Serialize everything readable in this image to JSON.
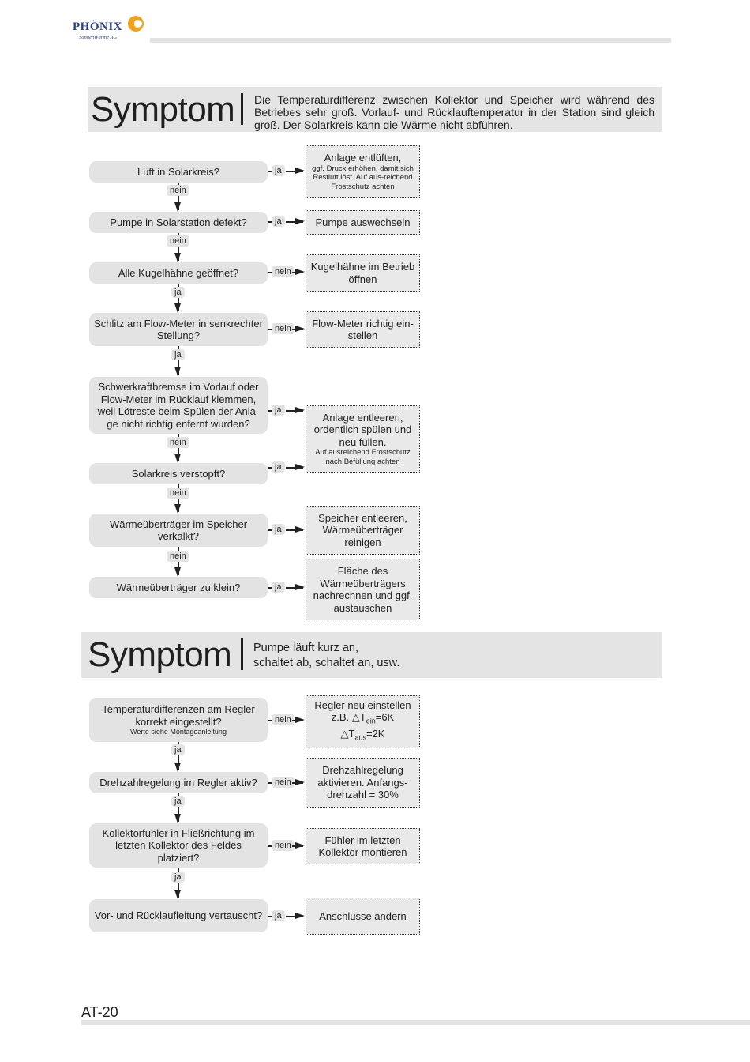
{
  "header": {
    "logo_name": "PHÖNIX",
    "logo_sub": "SonnenWärme AG"
  },
  "symptom1": {
    "title": "Symptom",
    "description": "Die Temperaturdifferenz zwischen Kollektor und Speicher wird während des Betriebes sehr groß. Vorlauf- und Rücklauftemperatur in der Station sind gleich groß. Der Solarkreis kann die Wärme nicht abführen.",
    "questions": [
      "Luft in Solarkreis?",
      "Pumpe in Solarstation defekt?",
      "Alle Kugelhähne geöffnet?",
      "Schlitz am Flow-Meter in senkrechter Stellung?",
      "Schwerkraftbremse im Vorlauf oder Flow-Meter im Rücklauf klemmen, weil Lötreste beim Spülen der Anla-ge nicht richtig enfernt wurden?",
      "Solarkreis verstopft?",
      "Wärmeüberträger im Speicher verkalkt?",
      "Wärmeüberträger zu klein?"
    ],
    "actions": {
      "a1_main": "Anlage entlüften,",
      "a1_small": "ggf. Druck erhöhen, damit sich Restluft löst. Auf aus-reichend Frostschutz achten",
      "a2": "Pumpe auswechseln",
      "a3": "Kugelhähne im Betrieb öffnen",
      "a4": "Flow-Meter richtig ein-stellen",
      "a5_main": "Anlage entleeren, ordentlich spülen und neu füllen.",
      "a5_small": "Auf ausreichend Frostschutz nach Befüllung achten",
      "a6": "Speicher entleeren, Wärmeüberträger reinigen",
      "a7": "Fläche des Wärmeüberträgers nachrechnen und ggf. austauschen"
    }
  },
  "symptom2": {
    "title": "Symptom",
    "description_line1": "Pumpe läuft kurz an,",
    "description_line2": "schaltet ab, schaltet an, usw.",
    "questions": {
      "q1_main": "Temperaturdifferenzen am Regler korrekt eingestellt?",
      "q1_small": "Werte siehe Montageanleitung",
      "q2": "Drehzahlregelung im Regler aktiv?",
      "q3": "Kollektorfühler in Fließrichtung im letzten Kollektor des Feldes platziert?",
      "q4": "Vor- und Rücklaufleitung vertauscht?"
    },
    "actions": {
      "b1_line1": "Regler neu einstellen",
      "b1_l2_prefix": "z.B. △T",
      "b1_l2_sub": "ein",
      "b1_l2_suffix": "=6K",
      "b1_l3_prefix": "△T",
      "b1_l3_sub": "aus",
      "b1_l3_suffix": "=2K",
      "b2": "Drehzahlregelung aktivieren. Anfangs-drehzahl = 30%",
      "b3": "Fühler im letzten Kollektor montieren",
      "b4": "Anschlüsse ändern"
    }
  },
  "labels": {
    "yes": "ja",
    "no": "nein"
  },
  "footer": {
    "page_number": "AT-20"
  }
}
